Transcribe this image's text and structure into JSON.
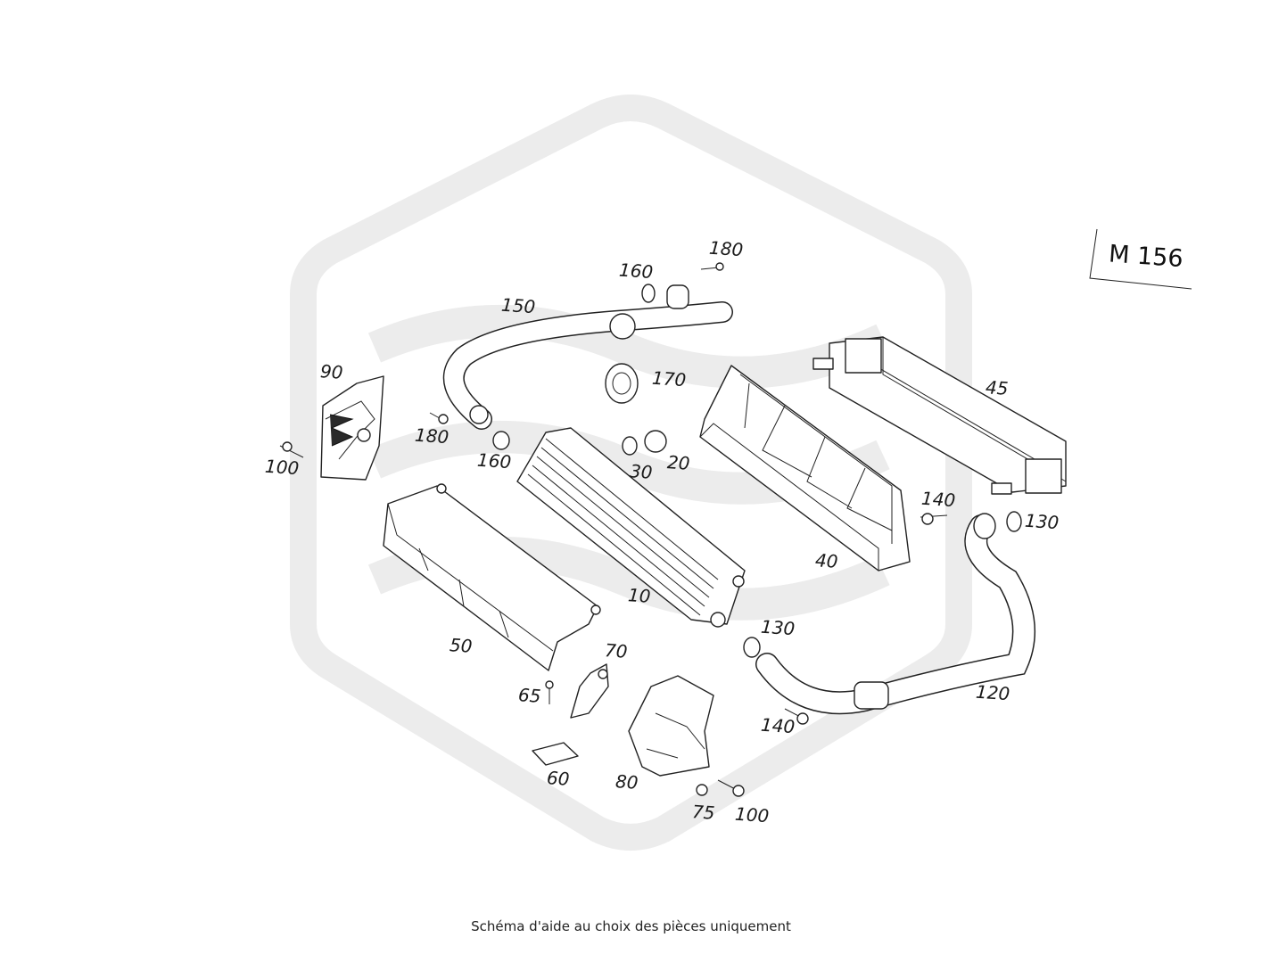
{
  "model_code": "M 156",
  "caption": "Schéma d'aide au choix des pièces uniquement",
  "callouts": [
    {
      "id": "180_top",
      "text": "180"
    },
    {
      "id": "160_top",
      "text": "160"
    },
    {
      "id": "150",
      "text": "150"
    },
    {
      "id": "170",
      "text": "170"
    },
    {
      "id": "90",
      "text": "90"
    },
    {
      "id": "180_left",
      "text": "180"
    },
    {
      "id": "100_left",
      "text": "100"
    },
    {
      "id": "160_left",
      "text": "160"
    },
    {
      "id": "30",
      "text": "30"
    },
    {
      "id": "20",
      "text": "20"
    },
    {
      "id": "45",
      "text": "45"
    },
    {
      "id": "140_right",
      "text": "140"
    },
    {
      "id": "130_right",
      "text": "130"
    },
    {
      "id": "40",
      "text": "40"
    },
    {
      "id": "10",
      "text": "10"
    },
    {
      "id": "50",
      "text": "50"
    },
    {
      "id": "130_mid",
      "text": "130"
    },
    {
      "id": "70",
      "text": "70"
    },
    {
      "id": "65",
      "text": "65"
    },
    {
      "id": "120",
      "text": "120"
    },
    {
      "id": "140_mid",
      "text": "140"
    },
    {
      "id": "60",
      "text": "60"
    },
    {
      "id": "80",
      "text": "80"
    },
    {
      "id": "75",
      "text": "75"
    },
    {
      "id": "100_bottom",
      "text": "100"
    }
  ]
}
